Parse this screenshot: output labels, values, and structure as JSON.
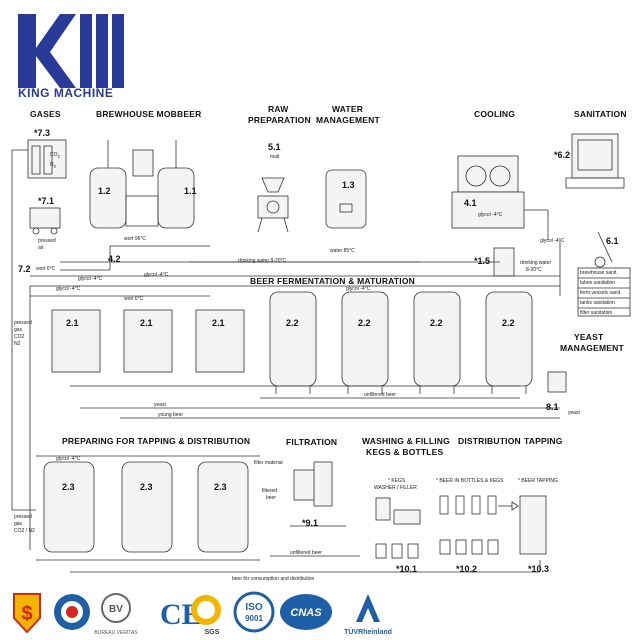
{
  "brand": {
    "name": "KING MACHINE",
    "color": "#2a3a99"
  },
  "sections": {
    "gases": "GASES",
    "brewhouse": "BREWHOUSE MOBBEER",
    "raw_prep_1": "RAW",
    "raw_prep_2": "PREPARATION",
    "water_1": "WATER",
    "water_2": "MANAGEMENT",
    "cooling": "COOLING",
    "sanitation": "SANITATION",
    "fermentation": "BEER FERMENTATION & MATURATION",
    "yeast_1": "YEAST",
    "yeast_2": "MANAGEMENT",
    "preparing": "PREPARING FOR TAPPING & DISTRIBUTION",
    "filtration": "FILTRATION",
    "washing_1": "WASHING & FILLING",
    "washing_2": "KEGS & BOTTLES",
    "distribution": "DISTRIBUTION",
    "tapping": "TAPPING"
  },
  "tags": {
    "t73": "*7.3",
    "t71": "*7.1",
    "t72": "7.2",
    "t12": "1.2",
    "t11": "1.1",
    "t51": "5.1",
    "t13": "1.3",
    "t41": "4.1",
    "t62": "*6.2",
    "t61": "6.1",
    "t42": "4.2",
    "t15": "*1.5",
    "t21": "2.1",
    "t22": "2.2",
    "t81": "8.1",
    "t23": "2.3",
    "t91": "*9.1",
    "t101": "*10.1",
    "t102": "*10.2",
    "t103": "*10.3"
  },
  "notes": {
    "co2": "CO",
    "co2_sub": "2",
    "n2": "N",
    "n2_sub": "2",
    "pressed_air_1": "pressed",
    "pressed_air_2": "air",
    "wort96": "wort 96°C",
    "malt": "malt",
    "water85": "water 85°C",
    "drinking_water": "drinking water 8-20°C",
    "glycol_4_a": "glycol -4°C",
    "glycol_4_b": "glycol -4°C",
    "glycol_4_c": "glycol -4°C",
    "glycol_4_d": "glycol -4°C",
    "glycol_4_e": "glycol -4°C",
    "glycol_4_f": "glycol -4°C",
    "wort6_a": "wort 6°C",
    "wort6_b": "wort 6°C",
    "drinking_water2": "drinking water",
    "drinking_water2b": "8-20°C",
    "brewhouse_sanit": "brewhouse sanit.",
    "tubes_sanit": "tubes sanitation",
    "ferm_sanit": "ferm.vessels sanit.",
    "tanks_sanit": "tanks sanitation",
    "filter_sanit": "filter sanitation",
    "yeast": "yeast",
    "yeast2": "yeast",
    "young_beer": "young beer",
    "unfiltered_beer": "unfiltered beer",
    "unfiltered_beer2": "unfiltered beer",
    "pressed_gas_1": "pressed",
    "pressed_gas_2": "gas",
    "pressed_gas_3": "CO2",
    "pressed_gas_4": "N2",
    "pressed_gas_b1": "pressed",
    "pressed_gas_b2": "gas",
    "pressed_gas_b3": "CO2 / N2",
    "filter_material": "filter material",
    "filtered_1": "filtered",
    "filtered_2": "beer",
    "kegs": "* KEGS",
    "washer": "WASHER / FILLER",
    "beer_bottles": "* BEER IN BOTTLES & KEGS",
    "beer_tapping": "* BEER TAPPING",
    "consumption": "beer for consumption and distribution"
  },
  "certs": {
    "iso": "ISO",
    "iso_num": "9001",
    "cnas": "CNAS",
    "sgs": "SGS",
    "bv": "BUREAU VERITAS",
    "tuv": "TÜVRheinland",
    "ce": "CE"
  },
  "colors": {
    "line": "#333333",
    "tank": "#f4f4f4",
    "brand": "#2a3a99",
    "cert_red": "#d7261e"
  }
}
